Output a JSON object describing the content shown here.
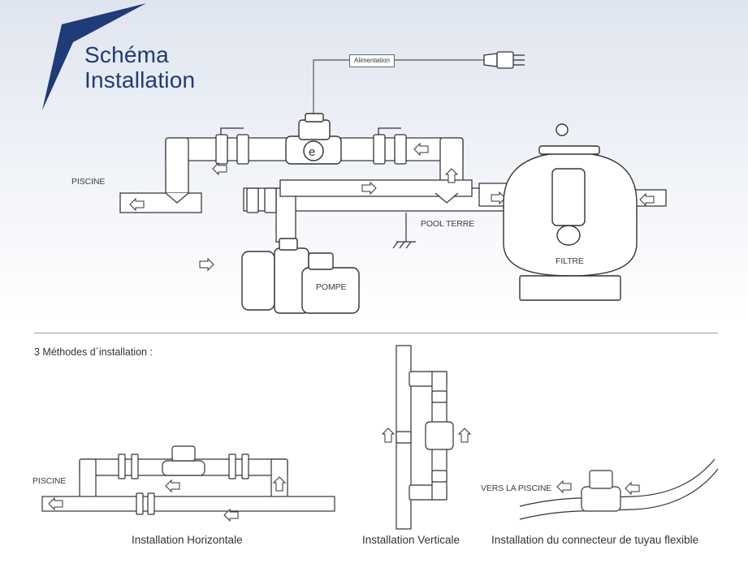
{
  "title": {
    "line1": "Schéma",
    "line2": "Installation"
  },
  "labels": {
    "alimentation": "Alimentation",
    "piscine": "PISCINE",
    "pool_terre": "POOL TERRE",
    "filtre": "FILTRE",
    "pompe": "POMPE",
    "piscine_small": "PISCINE",
    "vers_la_piscine": "VERS LA PISCINE"
  },
  "methods_heading": "3 Méthodes d´installation :",
  "captions": {
    "horizontal": "Installation Horizontale",
    "vertical": "Installation Verticale",
    "flexible": "Installation du connecteur de tuyau flexible"
  },
  "colors": {
    "title": "#1f3b78",
    "accent_triangle": "#1f3b78",
    "line": "#3a3a3a"
  }
}
